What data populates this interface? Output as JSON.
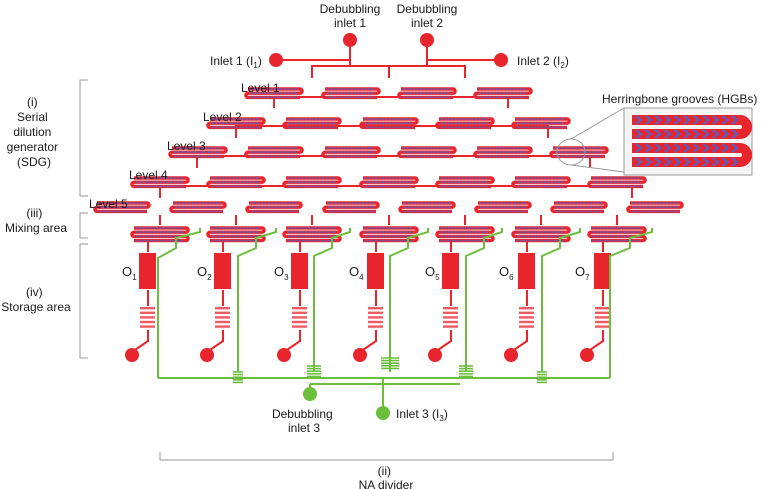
{
  "inlets": {
    "debubbling_1": [
      "Debubbling",
      "inlet 1"
    ],
    "debubbling_2": [
      "Debubbling",
      "inlet 2"
    ],
    "inlet_1": {
      "text": "Inlet 1 (I",
      "sub": "1",
      "end": ")"
    },
    "inlet_2": {
      "text": "Inlet 2 (I",
      "sub": "2",
      "end": ")"
    },
    "debubbling_3": [
      "Debubbling",
      "inlet 3"
    ],
    "inlet_3": {
      "text": "Inlet 3 (I",
      "sub": "3",
      "end": ")"
    }
  },
  "levels": [
    "Level 1",
    "Level 2",
    "Level 3",
    "Level 4",
    "Level 5"
  ],
  "sections": {
    "sdg": [
      "(i)",
      "Serial",
      "dilution",
      "generator",
      "(SDG)"
    ],
    "mixing": [
      "(iii)",
      "Mixing area"
    ],
    "storage": [
      "(iv)",
      "Storage area"
    ],
    "na_divider": [
      "(ii)",
      "NA divider"
    ]
  },
  "callout": "Herringbone grooves (HGBs)",
  "outlets": [
    {
      "main": "O",
      "sub": "1"
    },
    {
      "main": "O",
      "sub": "2"
    },
    {
      "main": "O",
      "sub": "3"
    },
    {
      "main": "O",
      "sub": "4"
    },
    {
      "main": "O",
      "sub": "5"
    },
    {
      "main": "O",
      "sub": "6"
    },
    {
      "main": "O",
      "sub": "7"
    }
  ],
  "colors": {
    "channel_red": "#e8252d",
    "channel_green": "#6cbf3c",
    "groove_blue": "#5a5fbf",
    "bracket": "#9a9a9a"
  }
}
